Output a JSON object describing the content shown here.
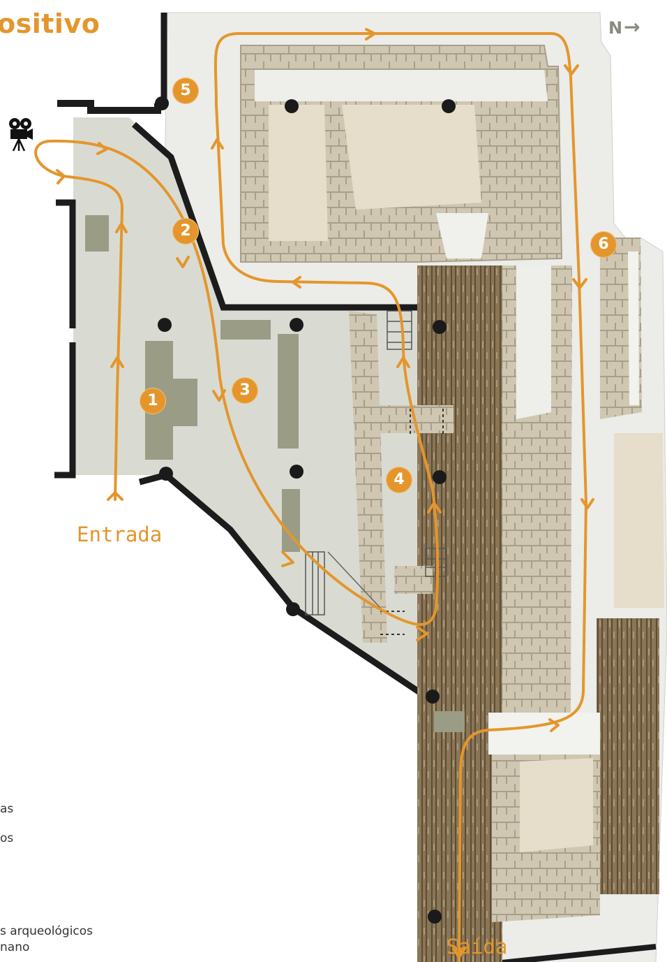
{
  "title": "ositivo",
  "north_label": "N",
  "north_arrow": "→",
  "entrance_label": "Entrada",
  "exit_label": "Saída",
  "camera_icon": "video-camera-icon",
  "legend": [
    "as",
    "os",
    "s arqueológicos",
    "nano"
  ],
  "stops": [
    "1",
    "2",
    "3",
    "4",
    "5",
    "6"
  ],
  "colors": {
    "route": "#e4962c",
    "wall": "#1c1c1c",
    "floor": "#d9dbd3",
    "corridor": "#ecece8",
    "stone": "#cfc6b0",
    "wood": "#7d6a4e",
    "exhibit": "#9a9c86"
  }
}
